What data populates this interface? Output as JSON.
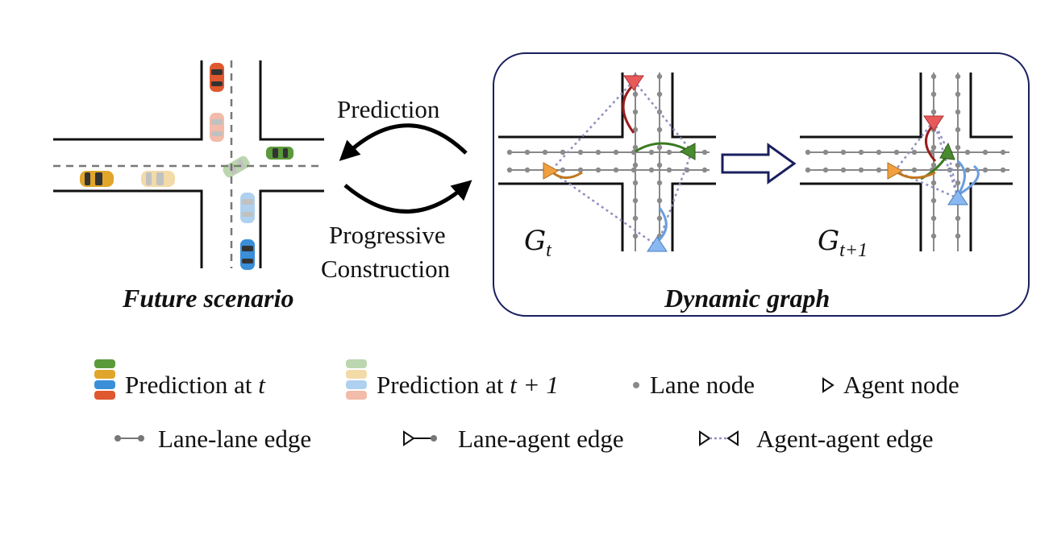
{
  "labels": {
    "prediction": "Prediction",
    "progressive": "Progressive",
    "construction": "Construction",
    "future_scenario": "Future scenario",
    "dynamic_graph": "Dynamic graph",
    "graph_t_base": "G",
    "graph_t_sub": "t",
    "graph_t1_base": "G",
    "graph_t1_sub": "t+1"
  },
  "legend": {
    "pred_t": "Prediction at ",
    "pred_t_var": "t",
    "pred_t1": "Prediction at ",
    "pred_t1_var": "t + 1",
    "lane_node": "Lane node",
    "agent_node": "Agent node",
    "lane_lane_edge": "Lane-lane edge",
    "lane_agent_edge": "Lane-agent edge",
    "agent_agent_edge": "Agent-agent edge"
  },
  "colors": {
    "car_green": "#5a9a3a",
    "car_yellow": "#e0a52a",
    "car_blue": "#3a8fd8",
    "car_red": "#e0582e",
    "agent_red": "#e85a5a",
    "agent_green": "#4a8a30",
    "agent_orange": "#f0a040",
    "agent_blue": "#8ab8f0",
    "panel_border": "#1a1f5e",
    "dotted_edge": "#9090c0",
    "lane_node": "#8a8a8a"
  }
}
